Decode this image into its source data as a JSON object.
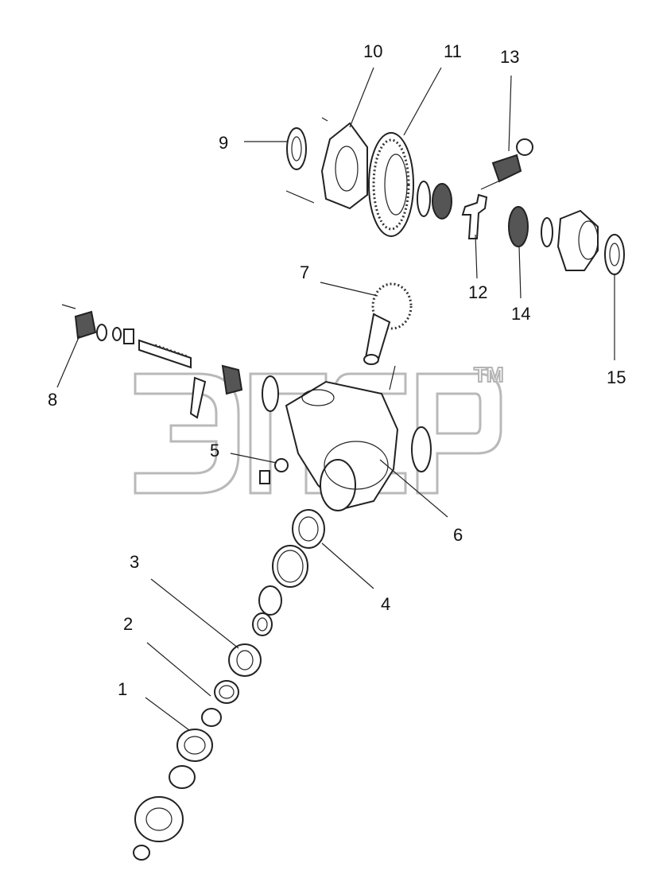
{
  "watermark": {
    "text": "ЭПСР",
    "tm": "TM",
    "color": "#b9b9b9"
  },
  "callouts": [
    {
      "id": "1",
      "label": "1"
    },
    {
      "id": "2",
      "label": "2"
    },
    {
      "id": "3",
      "label": "3"
    },
    {
      "id": "4",
      "label": "4"
    },
    {
      "id": "5",
      "label": "5"
    },
    {
      "id": "6",
      "label": "6"
    },
    {
      "id": "7",
      "label": "7"
    },
    {
      "id": "8",
      "label": "8"
    },
    {
      "id": "9",
      "label": "9"
    },
    {
      "id": "10",
      "label": "10"
    },
    {
      "id": "11",
      "label": "11"
    },
    {
      "id": "12",
      "label": "12"
    },
    {
      "id": "13",
      "label": "13"
    },
    {
      "id": "14",
      "label": "14"
    },
    {
      "id": "15",
      "label": "15"
    }
  ]
}
